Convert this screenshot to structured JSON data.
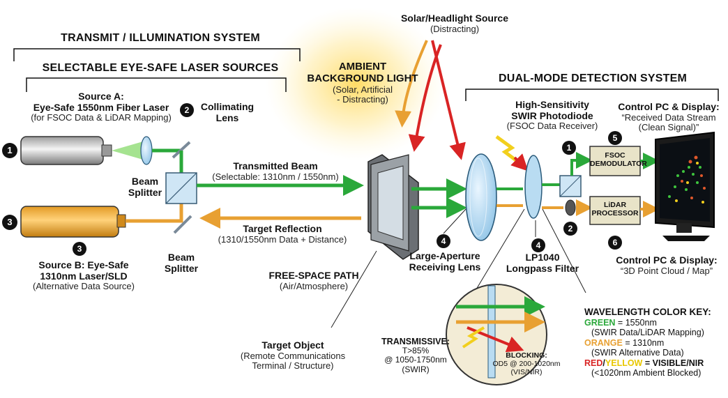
{
  "transmit": {
    "system_title": "TRANSMIT / ILLUMINATION SYSTEM",
    "sources_title": "SELECTABLE EYE-SAFE LASER SOURCES",
    "source_a": {
      "marker": "1",
      "l1": "Source A:",
      "l2": "Eye-Safe 1550nm Fiber Laser",
      "l3": "(for FSOC Data & LiDAR Mapping)"
    },
    "collimating": {
      "marker": "2",
      "l1": "Collimating",
      "l2": "Lens"
    },
    "source_b": {
      "marker": "3",
      "l1": "Source B: Eye-Safe",
      "l2": "1310nm Laser/SLD",
      "l3": "(Alternative Data Source)"
    },
    "beam_splitter_1": {
      "l1": "Beam",
      "l2": "Splitter"
    },
    "beam_splitter_2": {
      "l1": "Beam",
      "l2": "Splitter"
    },
    "transmitted": {
      "l1": "Transmitted Beam",
      "l2": "(Selectable: 1310nm / 1550nm)"
    },
    "reflection": {
      "l1": "Target Reflection",
      "l2": "(1310/1550nm Data + Distance)"
    }
  },
  "path": {
    "free_space": {
      "l1": "FREE-SPACE PATH",
      "l2": "(Air/Atmosphere)"
    },
    "target": {
      "l1": "Target Object",
      "l2": "(Remote Communications",
      "l3": "Terminal / Structure)"
    },
    "ambient": {
      "l1": "AMBIENT",
      "l2": "BACKGROUND LIGHT",
      "l3": "(Solar, Artificial",
      "l4": "- Distracting)"
    },
    "solar": {
      "l1": "Solar/Headlight Source",
      "l2": "(Distracting)"
    }
  },
  "detection": {
    "title": "DUAL-MODE DETECTION SYSTEM",
    "photodiode": {
      "l1": "High-Sensitivity",
      "l2": "SWIR Photodiode",
      "l3": "(FSOC Data Receiver)"
    },
    "rx_lens": {
      "marker": "4",
      "l1": "Large-Aperture",
      "l2": "Receiving Lens"
    },
    "filter": {
      "marker": "4",
      "l1": "LP1040",
      "l2": "Longpass Filter"
    },
    "fsoc_box": {
      "l1": "FSOC",
      "l2": "DEMODULATOR"
    },
    "lidar_box": {
      "l1": "LiDAR",
      "l2": "PROCESSOR"
    },
    "pc_top": {
      "marker": "5",
      "l1": "Control PC & Display:",
      "l2": "“Received Data Stream",
      "l3": "(Clean Signal)”"
    },
    "pc_bottom": {
      "marker": "6",
      "l1": "Control PC & Display:",
      "l2": "“3D Point Cloud / Map”"
    },
    "marker_top": "1",
    "marker_small": "2"
  },
  "inset": {
    "transmissive": {
      "l1": "TRANSMISSIVE:",
      "l2": "T>85%",
      "l3": "@ 1050-1750nm",
      "l4": "(SWIR)"
    },
    "blocking": {
      "l1": "BLOCKING:",
      "l2": "OD5 @ 200-1020nm",
      "l3": "(VIS/NIR)"
    }
  },
  "key": {
    "title": "WAVELENGTH COLOR KEY:",
    "green_word": "GREEN",
    "green_rest": " = 1550nm",
    "green_sub": "(SWIR Data/LiDAR Mapping)",
    "orange_word": "ORANGE",
    "orange_rest": " = 1310nm",
    "orange_sub": "(SWIR Alternative Data)",
    "red_word": "RED",
    "slash": "/",
    "yellow_word": "YELLOW",
    "red_rest": " = VISIBLE/NIR",
    "red_sub": "(<1020nm Ambient Blocked)"
  },
  "colors": {
    "green": "#2aa83a",
    "orange": "#e8a032",
    "red": "#d92424",
    "yellow": "#f2cf1d",
    "box": "#e8e3c8"
  }
}
